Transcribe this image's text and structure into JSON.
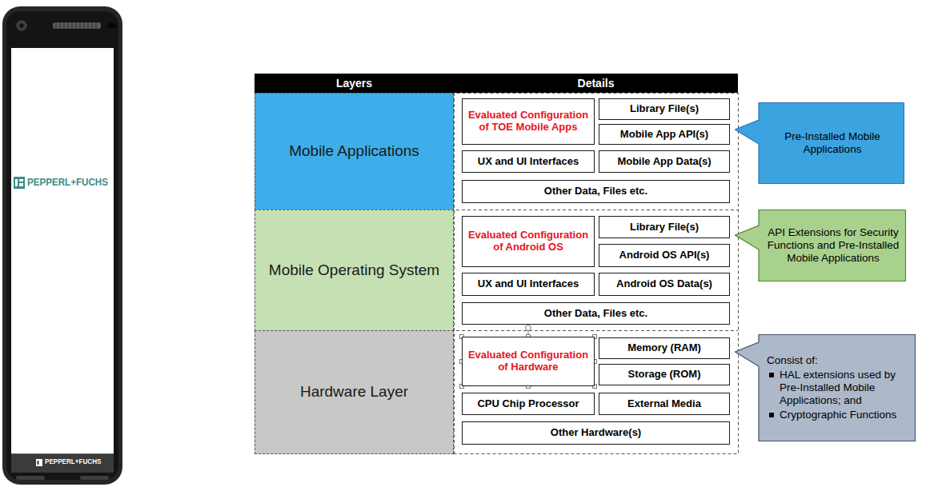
{
  "diagram": {
    "nodes": [
      {
        "text": [
          "Layers"
        ]
      },
      {
        "text": [
          "Details"
        ]
      },
      {
        "text": [
          "Mobile Applications"
        ]
      },
      {
        "text": [
          "Evaluated Configuration of TOE Mobile Apps"
        ]
      },
      {
        "text": [
          "Library File(s)"
        ]
      },
      {
        "text": [
          "Mobile App API(s)"
        ]
      },
      {
        "text": [
          "UX and UI Interfaces"
        ]
      },
      {
        "text": [
          "Mobile App Data(s)"
        ]
      },
      {
        "text": [
          "Other Data, Files etc."
        ]
      },
      {
        "text": [
          "Pre-Installed Mobile Applications"
        ]
      },
      {
        "text": [
          "Mobile Operating System"
        ]
      },
      {
        "text": [
          "Evaluated Configuration of Android OS"
        ]
      },
      {
        "text": [
          "Library File(s)"
        ]
      },
      {
        "text": [
          "Android OS API(s)"
        ]
      },
      {
        "text": [
          "UX and UI Interfaces"
        ]
      },
      {
        "text": [
          "Android OS Data(s)"
        ]
      },
      {
        "text": [
          "Other Data, Files etc."
        ]
      },
      {
        "text": [
          "API Extensions for Security Functions and Pre-Installed Mobile Applications"
        ]
      },
      {
        "text": [
          "Hardware Layer"
        ]
      },
      {
        "text": [
          "Evaluated Configuration of Hardware"
        ]
      },
      {
        "text": [
          "Memory (RAM)"
        ]
      },
      {
        "text": [
          "Storage (ROM)"
        ]
      },
      {
        "text": [
          "CPU Chip Processor"
        ]
      },
      {
        "text": [
          "External Media"
        ]
      },
      {
        "text": [
          "Other Hardware(s)"
        ]
      },
      {
        "text": [
          "Consist of:",
          "HAL extensions used by Pre-Installed Mobile Applications; and",
          "Cryptographic Functions"
        ]
      }
    ],
    "labels": [
      "PEPPERL+FUCHS",
      "PEPPERL+FUCHS"
    ]
  }
}
